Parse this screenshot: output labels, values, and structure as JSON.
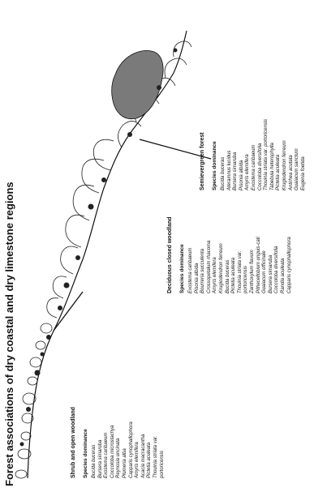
{
  "title": "Forest associations of dry coastal and dry limestone regions",
  "zones": [
    {
      "name": "Shrub and open woodland",
      "heading": "Species dominance",
      "species": [
        "Bucida buceras",
        "Bursera simaruba",
        "Exostema caribaeum",
        "Coccoloba microstachya",
        "Reynosia uncinata",
        "Plumeria alba",
        "Capparis cynophallophora",
        "Amyris elemifera",
        "Acacia macracantha",
        "Pictetia aculeata",
        "Thouinia striata var.",
        "portoricensis"
      ]
    },
    {
      "name": "Deciduous closed woodland",
      "heading": "Species dominance",
      "species": [
        "Exostema caribaeum",
        "Pisonia albida",
        "Bourreria succulenta",
        "Crossopetalum rhacoma",
        "Amyris elemifera",
        "Krugiodendron ferreum",
        "Bucida buceras",
        "Pictetia aculeata",
        "Thouinia striata var.",
        "portoricensis",
        "Zanthoxylum flavum",
        "Pithecellobium unguis-cati",
        "Guaiacum officinale",
        "Bursera simaruba",
        "Coccoloba diversifolia",
        "Randia aculeata",
        "Capparis cynophallophora"
      ]
    },
    {
      "name": "Semievergreen forest",
      "heading": "Species dominance",
      "species": [
        "Bucida buceras",
        "Ateramnus lucidus",
        "Bursera simaruba",
        "Pisonia albida",
        "Amyris elemifera",
        "Exostema caribaeum",
        "Coccoloba diversifolia",
        "Thouinia striata var. portoricensis",
        "Tabebuia heterophylla",
        "Pictetia aculeata",
        "Krugiodendron ferreum",
        "Antirhea acutata",
        "Guaiacum sanctum",
        "Eugenia foetida"
      ]
    }
  ]
}
